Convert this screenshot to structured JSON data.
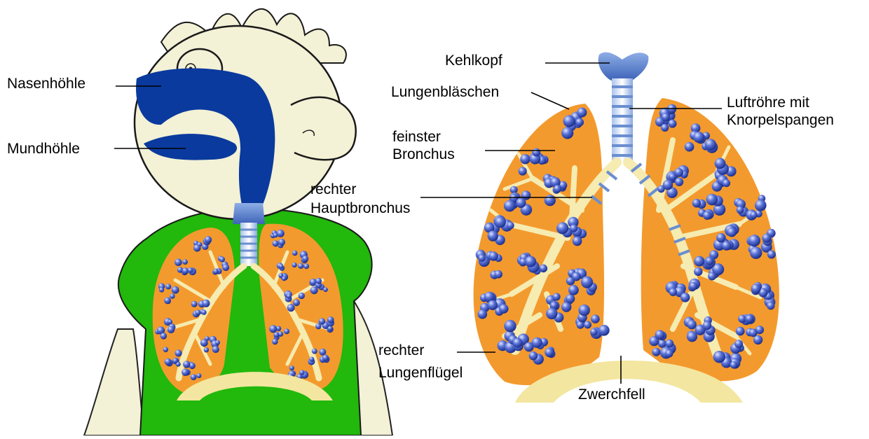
{
  "labels": {
    "nasenhoehle": "Nasenhöhle",
    "mundhoehle": "Mundhöhle",
    "kehlkopf": "Kehlkopf",
    "lungenblaeschen": "Lungenbläschen",
    "luftroehre_1": "Luftröhre mit",
    "luftroehre_2": "Knorpelspangen",
    "feinster_1": "feinster",
    "feinster_2": "Bronchus",
    "hauptbronchus_1": "rechter",
    "hauptbronchus_2": "Hauptbronchus",
    "lungenfluegel_1": "rechter",
    "lungenfluegel_2": "Lungenflügel",
    "zwerchfell": "Zwerchfell"
  },
  "colors": {
    "head": "#f3f1d6",
    "cavity": "#0a3a9e",
    "shirt": "#22b80c",
    "lung": "#f39a2e",
    "bronchi": "#f6ebb0",
    "alveoli": "#3f57c4",
    "diaphragm": "#f3e6a0",
    "trachea": "#6a8ed0"
  }
}
